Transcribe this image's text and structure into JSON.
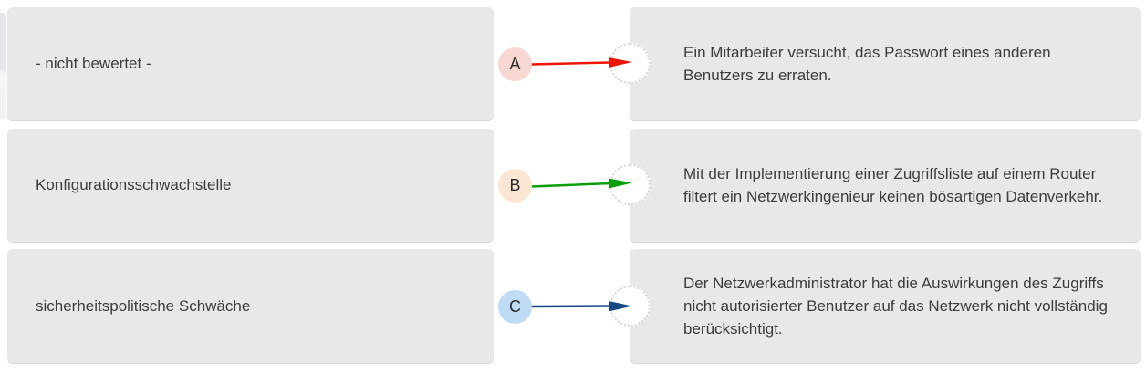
{
  "colors": {
    "card_background": "#e8e8e8",
    "text": "#3c3c3c",
    "drop_circle_border": "#d6d6d6",
    "letter_a_background": "#f8d7d2",
    "letter_b_background": "#fbe6d4",
    "letter_c_background": "#bfdcf4",
    "arrow_a": "#ee1507",
    "arrow_b": "#0a9e0a",
    "arrow_c": "#174a85"
  },
  "rows": [
    {
      "letter": "A",
      "letter_bg": "#f8d7d2",
      "arrow_color": "#ee1507",
      "left_label": "- nicht bewertet -",
      "right_text": "Ein Mitarbeiter versucht, das Passwort eines anderen Benutzers zu erraten."
    },
    {
      "letter": "B",
      "letter_bg": "#fbe6d4",
      "arrow_color": "#0a9e0a",
      "left_label": "Konfigurationsschwachstelle",
      "right_text": "Mit der Implementierung einer Zugriffsliste auf einem Router filtert ein Netzwerkingenieur keinen bösartigen Datenverkehr."
    },
    {
      "letter": "C",
      "letter_bg": "#bfdcf4",
      "arrow_color": "#174a85",
      "left_label": "sicherheitspolitische Schwäche",
      "right_text": "Der Netzwerkadministrator hat die Auswirkungen des Zugriffs nicht autorisierter Benutzer auf das Netzwerk nicht vollständig berücksichtigt."
    }
  ]
}
